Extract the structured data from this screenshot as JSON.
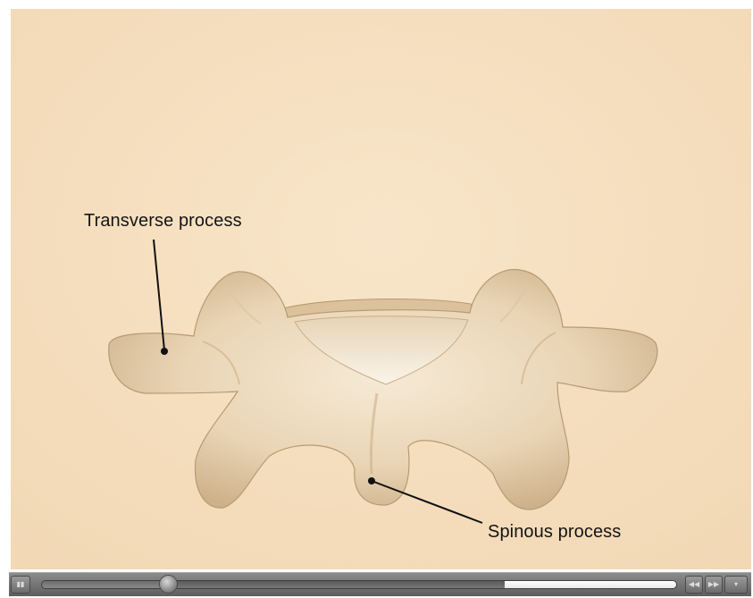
{
  "labels": {
    "transverse": "Transverse process",
    "spinous": "Spinous process"
  },
  "player": {
    "play_icon": "play-pause-icon",
    "rewind_icon": "rewind-icon",
    "forward_icon": "fast-forward-icon",
    "volume_icon": "volume-icon",
    "progress_fraction": 0.2,
    "buffered_start_fraction": 0.73,
    "buffered_end_fraction": 1.0
  },
  "colors": {
    "background": "#f5dfc0",
    "bone_light": "#f4e6cf",
    "bone_mid": "#e8d3b2",
    "bone_shadow": "#c9ad88",
    "controlbar": "#6e6e6e"
  }
}
